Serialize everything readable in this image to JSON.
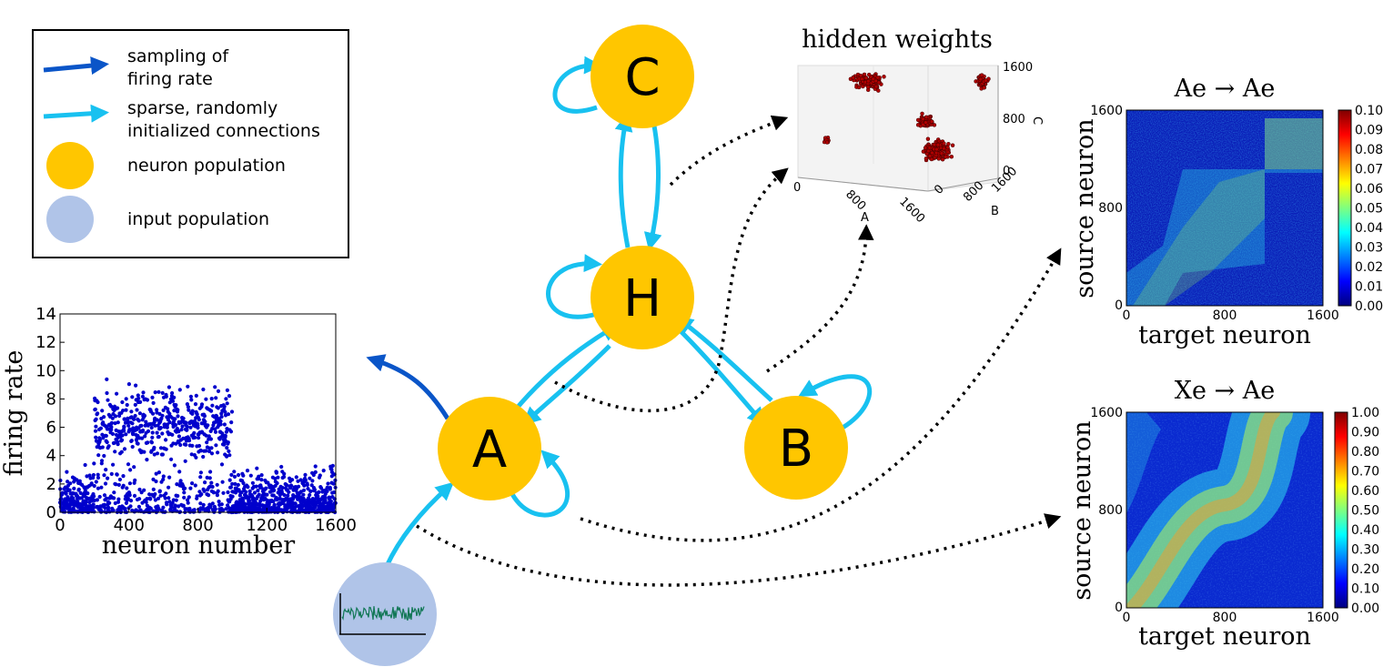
{
  "legend": {
    "items": [
      {
        "type": "arrow-dark",
        "label_lines": [
          "sampling of",
          "firing rate"
        ]
      },
      {
        "type": "arrow-light",
        "label_lines": [
          "sparse, randomly",
          "initialized connections"
        ]
      },
      {
        "type": "circle-gold",
        "label_lines": [
          "neuron population"
        ]
      },
      {
        "type": "circle-input",
        "label_lines": [
          "input population"
        ]
      }
    ]
  },
  "nodes": [
    {
      "id": "C",
      "label": "C"
    },
    {
      "id": "H",
      "label": "H"
    },
    {
      "id": "A",
      "label": "A"
    },
    {
      "id": "B",
      "label": "B"
    }
  ],
  "colors": {
    "neuron": "#ffc600",
    "input": "#b0c4e8",
    "arrow_light": "#18c1f0",
    "arrow_dark": "#0a55c8",
    "scatter": "#0000cc",
    "cluster": "#b00000"
  },
  "chart_data": [
    {
      "type": "scatter",
      "ylabel": "firing rate",
      "xlabel": "neuron number",
      "xticks": [
        "0",
        "400",
        "800",
        "1200",
        "1600"
      ],
      "yticks": [
        "0",
        "2",
        "4",
        "6",
        "8",
        "10",
        "12",
        "14"
      ],
      "xlim": [
        0,
        1600
      ],
      "ylim": [
        0,
        14
      ],
      "series": [
        {
          "values_desc": []
        }
      ]
    },
    {
      "type": "scatter",
      "title": "hidden weights",
      "axis_labels": {
        "x": "A",
        "y": "B",
        "z": "C"
      },
      "xticks": [
        "0",
        "800",
        "1600"
      ],
      "yticks": [
        "0",
        "800",
        "1600"
      ],
      "zticks": [
        "0",
        "800",
        "1600"
      ]
    },
    {
      "type": "heatmap",
      "title": "Ae → Ae",
      "xlabel": "target neuron",
      "ylabel": "source neuron",
      "xticks": [
        "0",
        "800",
        "1600"
      ],
      "yticks": [
        "0",
        "800",
        "1600"
      ],
      "colorbar_ticks": [
        "0.00",
        "0.01",
        "0.02",
        "0.03",
        "0.04",
        "0.05",
        "0.06",
        "0.07",
        "0.08",
        "0.09",
        "0.10"
      ]
    },
    {
      "type": "heatmap",
      "title": "Xe → Ae",
      "xlabel": "target neuron",
      "ylabel": "source neuron",
      "xticks": [
        "0",
        "800",
        "1600"
      ],
      "yticks": [
        "0",
        "800",
        "1600"
      ],
      "colorbar_ticks": [
        "0.00",
        "0.10",
        "0.20",
        "0.30",
        "0.40",
        "0.50",
        "0.60",
        "0.70",
        "0.80",
        "0.90",
        "1.00"
      ]
    }
  ]
}
